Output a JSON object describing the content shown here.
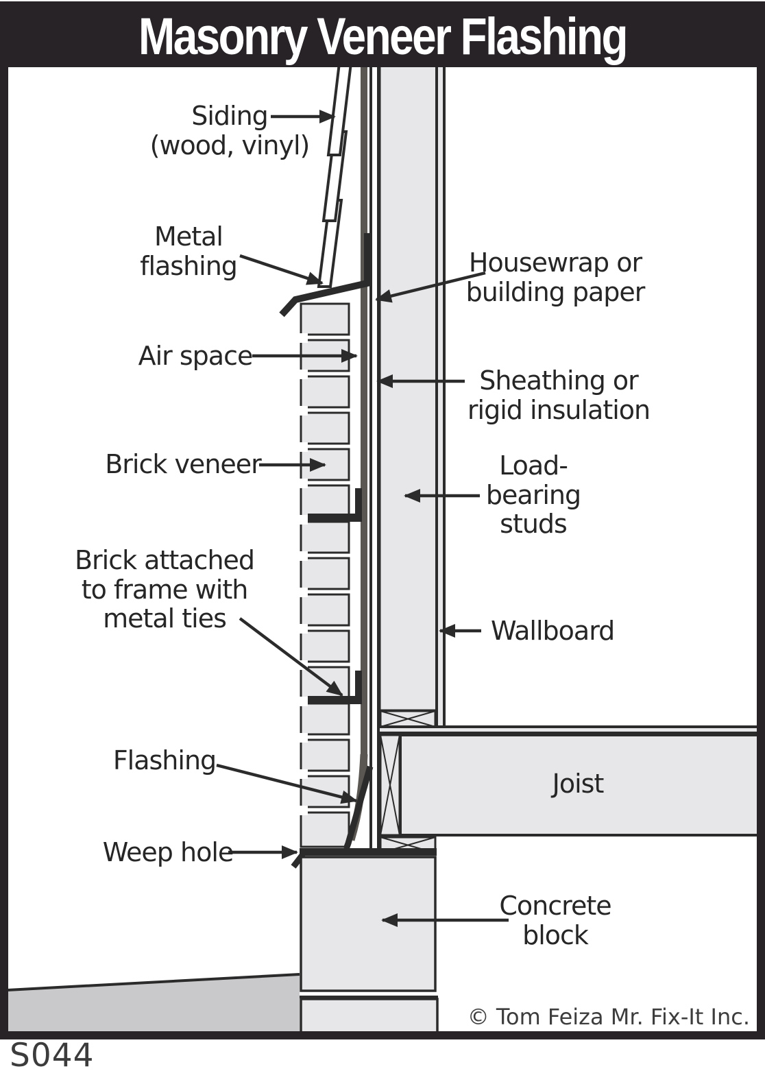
{
  "title": "Masonry Veneer Flashing",
  "drawing_number": "S044",
  "copyright": "© Tom Feiza Mr. Fix-It Inc.",
  "labels": {
    "siding": "Siding\n(wood, vinyl)",
    "metal_flashing": "Metal\nflashing",
    "housewrap": "Housewrap or\nbuilding paper",
    "air_space": "Air space",
    "sheathing": "Sheathing or\nrigid insulation",
    "brick_veneer": "Brick veneer",
    "load_bearing_studs": "Load-\nbearing\nstuds",
    "brick_ties": "Brick attached\nto frame with\nmetal ties",
    "wallboard": "Wallboard",
    "flashing": "Flashing",
    "weep_hole": "Weep hole",
    "joist": "Joist",
    "concrete_block": "Concrete\nblock"
  },
  "colors": {
    "line": "#2b2b2b",
    "frame_and_title_bg": "#272327",
    "title_text": "#ffffff",
    "material_gray": "#e7e7e9",
    "housewrap_dark_gray": "#5a5651",
    "ground_gray": "#c9c9cb",
    "label_text": "#262626"
  }
}
